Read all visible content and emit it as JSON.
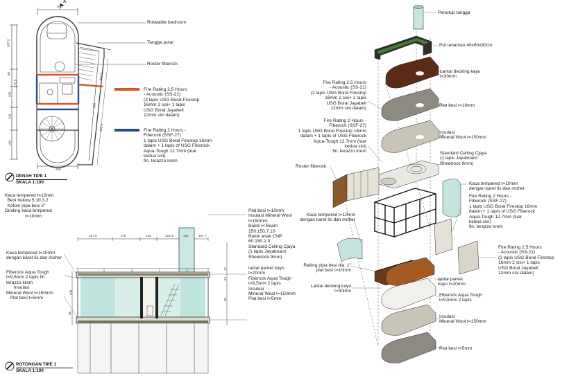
{
  "plan": {
    "title": "DENAH TIPE 1",
    "scale": "SKALA 1:100",
    "section_mark": "A",
    "dims_top": "340",
    "dims_bottom": "340",
    "dims_left_a": "187.3",
    "dims_left_b": "275.5",
    "dims_left_c": "40",
    "dims_left_d": "155",
    "dims_left_e": "120",
    "dims_left_f": "160",
    "dims_right_a": "331.2",
    "dims_right_b": "390",
    "dims_right_c": "455.9",
    "labels": {
      "rotatable_bedroom": "Rotatable bedroom",
      "tangga_putar": "Tangga putar",
      "roster_fiberock": "Roster fiberock"
    },
    "legend": [
      {
        "text": "Fire Rating 2.5 Hours\n- Acoustic (SS-21)\n(2 lapis USG Boral Firestop\n16mm 2 sisi+ 1 lapis\nUSG Boral Jayabell\n12mm sisi dalam)",
        "color": "#d4562e"
      },
      {
        "text": "Fire Rating 2 Hours -\nFiberock (SSF-27)\n1 lapis USG Boral Firestop 16mm\ndalam + 1 lapis of USG Fiberock\nAqua-Tough 12.7mm (luar\nkedua sisi)\nfin. terazzo krem",
        "color": "#2a4b8e"
      }
    ]
  },
  "section": {
    "title": "POTONGAN TIPE 1",
    "scale": "SKALA 1:100",
    "dims_top": [
      "187.5",
      "270",
      "145",
      "122.3",
      "130",
      "187.7"
    ],
    "dims_right": [
      "12",
      "54",
      "90"
    ],
    "dims_left": [
      "106",
      "35"
    ],
    "notes_top_left": "Kaca tempered t=10mm\n  Besi hollow 5.10.3.2\n  Kolom pipa besi 2\"\nDinding kaca tempered\n                t=10mm",
    "notes_left_a": "Kaca tempered t=10mm\ndengan karet lis dan moher",
    "notes_left_b": "Fiberock Aqua Tough\nt=9,5mm 2 lapis fin\nterazzo krem\n      Insulasi\nMineral Wool t=150mm\n   Plat besi t=5mm",
    "notes_right": "Plat besi t=10mm\nInsulasi Mineral Wool\nt=150mm\nBalok H Beam\n150.150.7.10\nBalok anak CNP\n60.150.2.3\nStandard Ceiling Cjaya\n(1 lapis Jayaboard\nSheetrock 9mm)",
    "notes_right_b": "lantai parket kayu\nt=20mm\nFiberock Aqua Tough\nt=9,5mm 2 lapis\nInsulasi\nMineral Wool t=150mm\nPlat besi t=5mm"
  },
  "exploded": {
    "labels": {
      "penutup_tangga": "Penutup tangga",
      "pot_tanaman": "Pot tanaman 40x60x80cm",
      "lantai_decking_top": "Lantai decking kayu\nt=30mm",
      "plat_besi_10": "Plat besi t=10mm",
      "insulasi_150": "Insulasi\nMineral Wool t=150mm",
      "standard_ceiling": "Standard Ceiling Cjaya\n(1 lapis Jayaboard\nSheetrock 9mm)",
      "kaca_tempered_right": "Kaca tempered t=10mm\ndengan karet lis dan moher",
      "fire_rating_2_right": "Fire Rating 2 Hours -\nFiberock (SSF-27)\n1 lapis USG Boral Firestop 16mm\ndalam + 1 lapis of USG Fiberock\nAqua-Tough 12.7mm (luar\nkedua sisi)\nfin. terazzo krem",
      "fire_rating_25_right": "Fire Rating 2,5 Hours\n- Acoustic (SS-21)\n(2 lapis USG Boral Firestop\n16mm 2 sisi+ 1 lapis\nUSG Boral Jayabell\n12mm sisi dalam)",
      "lantai_parket": "lantai parket\nkayu t=20mm",
      "fiberock_aqua": "Fiberock Aqua Tough\nt=9,5mm 2 lapis",
      "insulasi_bottom": "Insulasi\nMineral Wool t=150mm",
      "plat_besi_5": "Plat besi t=5mm",
      "fire_rating_25_left": "Fire Rating 2,5 Hours\n- Acoustic (SS-21)\n(2 lapis USG Boral Firestop\n16mm 2 sisi+ 1 lapis\nUSG Boral Jayabell\n12mm sisi dalam)",
      "fire_rating_2_left": "Fire Rating 2 Hours -\nFiberock (SSF-27)\n1 lapis USG Boral Firestop 16mm\ndalam + 1 lapis of USG Fiberock\nAqua-Tough 12.7mm (luar\nkedua sisi)\nfin. terazzo krem",
      "roster_fiberock": "Roster fiberock",
      "kaca_tempered_left": "Kaca tempered t=10mm\ndengan karet lis dan moher",
      "railing": "Railing pipa besi dia. 1\"\nplat besi t=10mm",
      "lantai_decking_bottom": "Lantai decking kayu\nt=30mm"
    }
  }
}
